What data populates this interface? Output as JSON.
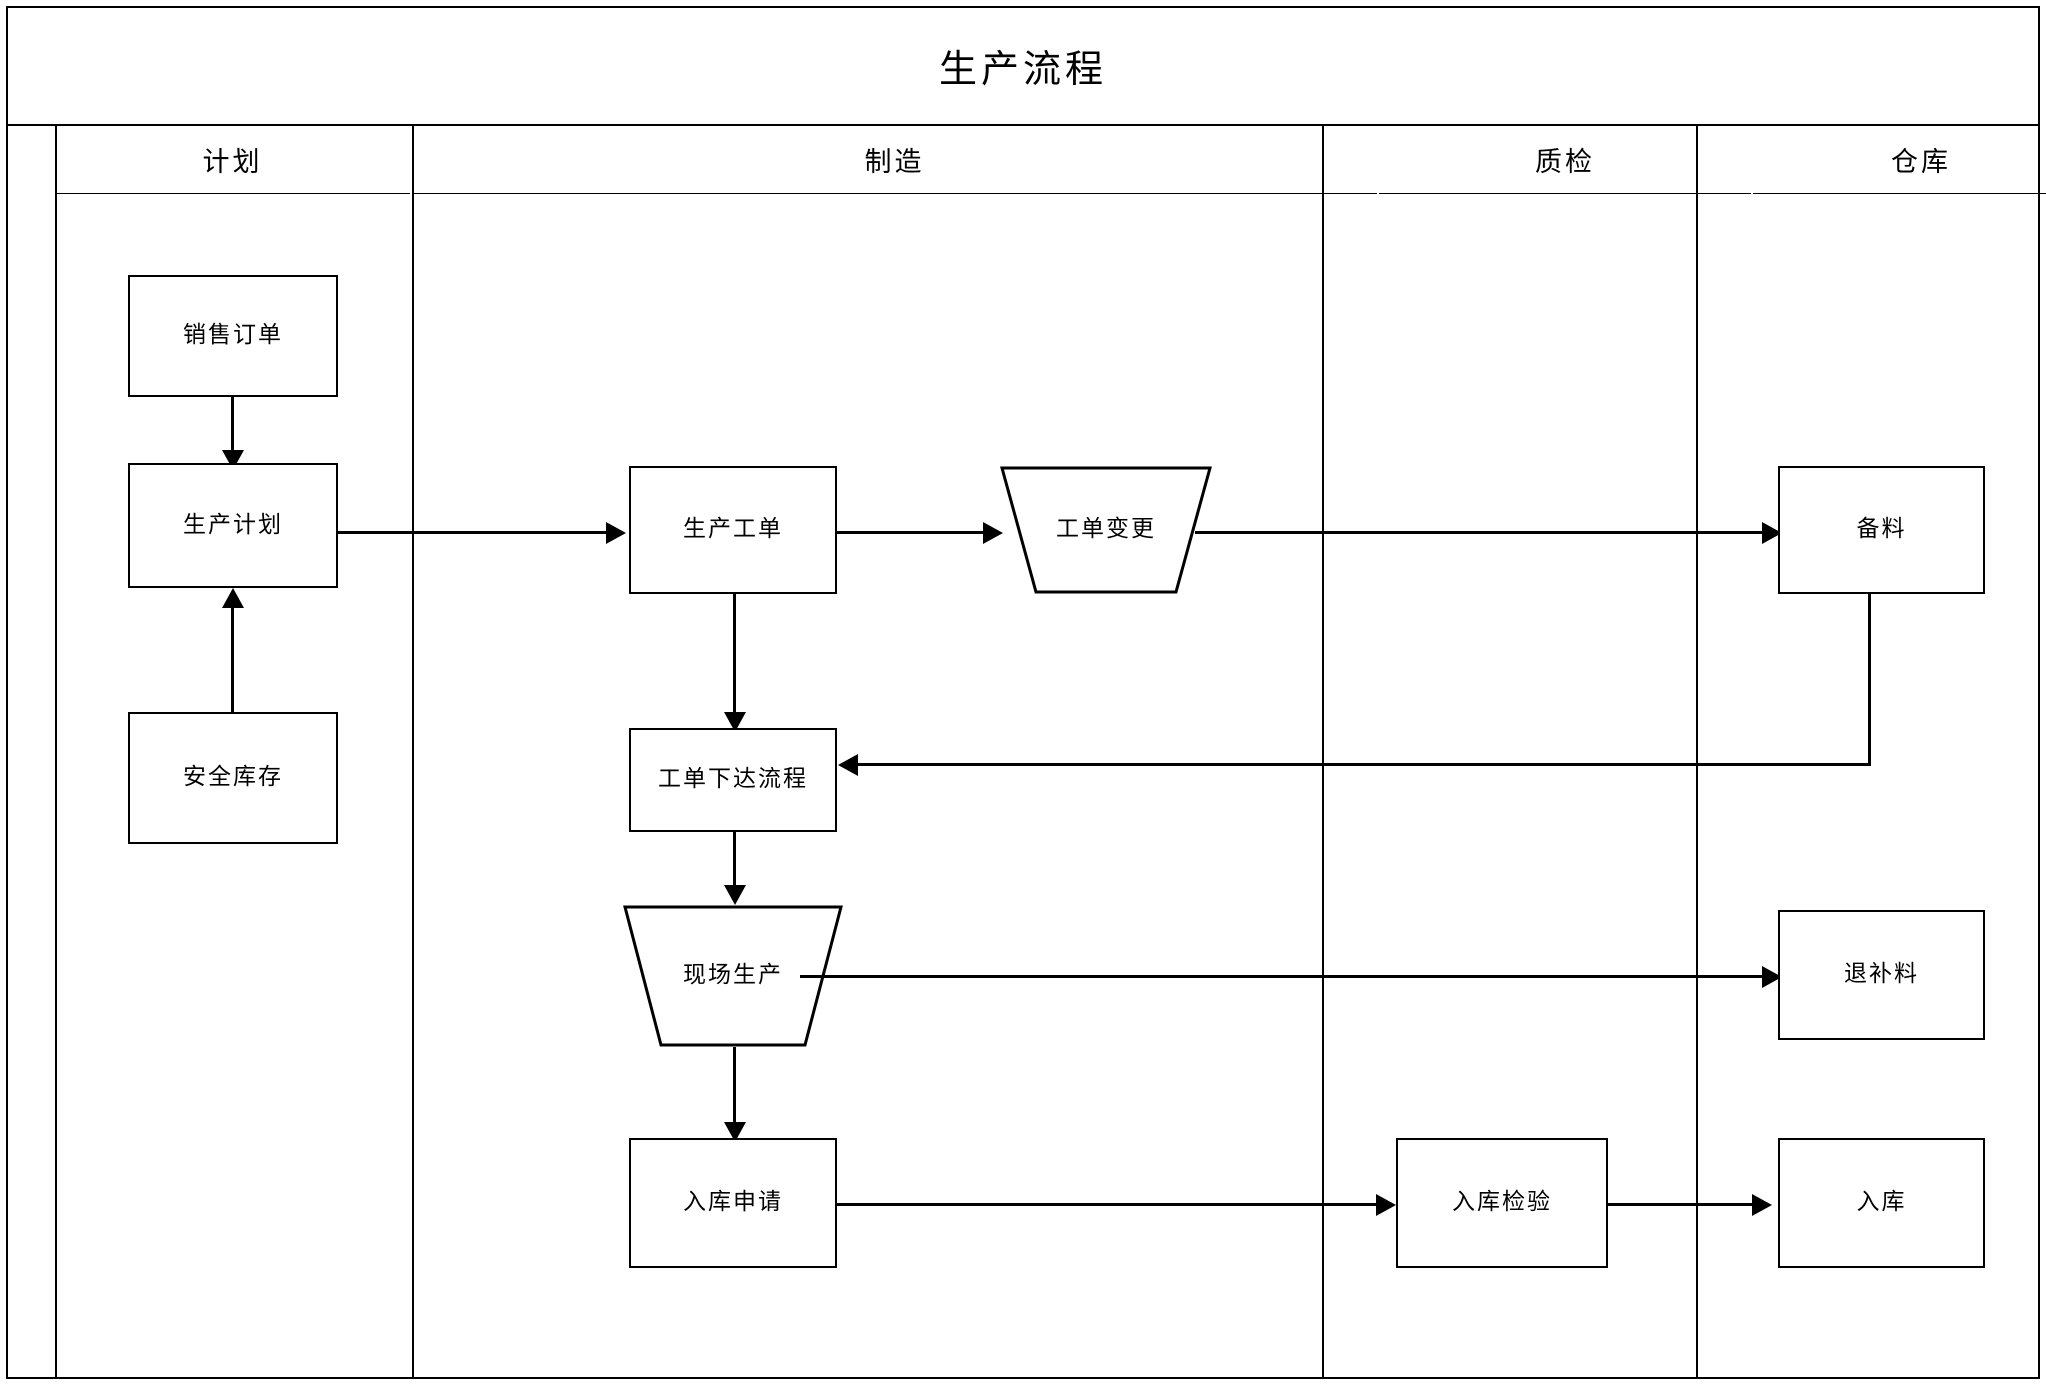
{
  "diagram": {
    "title": "生产流程",
    "type": "cross-functional-flowchart",
    "orientation": "horizontal-lanes",
    "colors": {
      "background": "#ffffff",
      "stroke": "#000000",
      "text": "#000000",
      "fill": "#ffffff"
    },
    "lanes": [
      {
        "id": "plan",
        "label": "计划"
      },
      {
        "id": "manufacture",
        "label": "制造"
      },
      {
        "id": "qc",
        "label": "质检"
      },
      {
        "id": "warehouse",
        "label": "仓库"
      }
    ],
    "nodes": [
      {
        "id": "sales-order",
        "label": "销售订单",
        "lane": "plan",
        "shape": "rect"
      },
      {
        "id": "production-plan",
        "label": "生产计划",
        "lane": "plan",
        "shape": "rect"
      },
      {
        "id": "safety-stock",
        "label": "安全库存",
        "lane": "plan",
        "shape": "rect"
      },
      {
        "id": "work-order",
        "label": "生产工单",
        "lane": "manufacture",
        "shape": "rect"
      },
      {
        "id": "work-order-change",
        "label": "工单变更",
        "lane": "manufacture",
        "shape": "trapezoid"
      },
      {
        "id": "work-order-release",
        "label": "工单下达流程",
        "lane": "manufacture",
        "shape": "rect"
      },
      {
        "id": "onsite-production",
        "label": "现场生产",
        "lane": "manufacture",
        "shape": "trapezoid"
      },
      {
        "id": "stock-in-request",
        "label": "入库申请",
        "lane": "manufacture",
        "shape": "rect"
      },
      {
        "id": "stock-in-inspect",
        "label": "入库检验",
        "lane": "qc",
        "shape": "rect"
      },
      {
        "id": "material-prep",
        "label": "备料",
        "lane": "warehouse",
        "shape": "rect"
      },
      {
        "id": "material-return",
        "label": "退补料",
        "lane": "warehouse",
        "shape": "rect"
      },
      {
        "id": "stock-in",
        "label": "入库",
        "lane": "warehouse",
        "shape": "rect"
      }
    ],
    "edges": [
      {
        "from": "sales-order",
        "to": "production-plan",
        "direction": "down"
      },
      {
        "from": "safety-stock",
        "to": "production-plan",
        "direction": "up"
      },
      {
        "from": "production-plan",
        "to": "work-order",
        "direction": "right"
      },
      {
        "from": "work-order",
        "to": "work-order-change",
        "direction": "right"
      },
      {
        "from": "work-order-change",
        "to": "material-prep",
        "direction": "right"
      },
      {
        "from": "work-order",
        "to": "work-order-release",
        "direction": "down"
      },
      {
        "from": "material-prep",
        "to": "work-order-release",
        "direction": "left"
      },
      {
        "from": "work-order-release",
        "to": "onsite-production",
        "direction": "down"
      },
      {
        "from": "onsite-production",
        "to": "material-return",
        "direction": "right"
      },
      {
        "from": "onsite-production",
        "to": "stock-in-request",
        "direction": "down"
      },
      {
        "from": "stock-in-request",
        "to": "stock-in-inspect",
        "direction": "right"
      },
      {
        "from": "stock-in-inspect",
        "to": "stock-in",
        "direction": "right"
      }
    ]
  }
}
